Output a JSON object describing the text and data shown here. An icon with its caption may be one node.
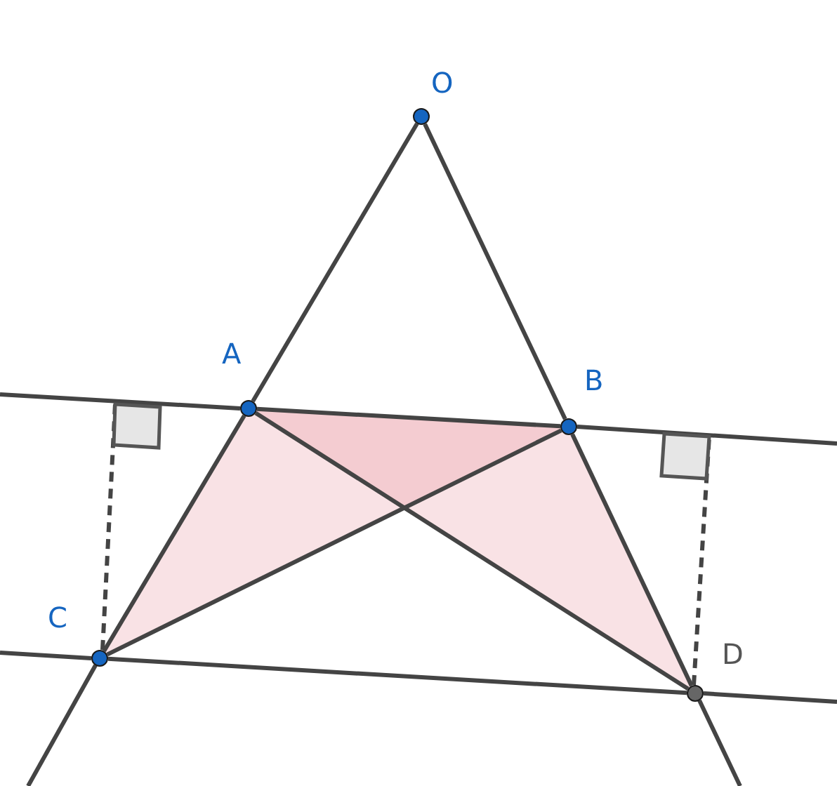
{
  "diagram": {
    "nodes": [
      {
        "text": [
          "O"
        ]
      },
      {
        "text": [
          "A"
        ]
      },
      {
        "text": [
          "B"
        ]
      },
      {
        "text": [
          "C"
        ]
      },
      {
        "text": [
          "D"
        ]
      }
    ],
    "edges": [
      {
        "from": 0,
        "to": 1,
        "arrow": "none"
      },
      {
        "from": 1,
        "to": 3,
        "arrow": "none"
      },
      {
        "from": 0,
        "to": 2,
        "arrow": "none"
      },
      {
        "from": 2,
        "to": 4,
        "arrow": "none"
      },
      {
        "from": 1,
        "to": 2,
        "arrow": "none"
      },
      {
        "from": 3,
        "to": 4,
        "arrow": "none"
      },
      {
        "from": 1,
        "to": 4,
        "arrow": "none"
      },
      {
        "from": 2,
        "to": 3,
        "arrow": "none"
      }
    ]
  }
}
